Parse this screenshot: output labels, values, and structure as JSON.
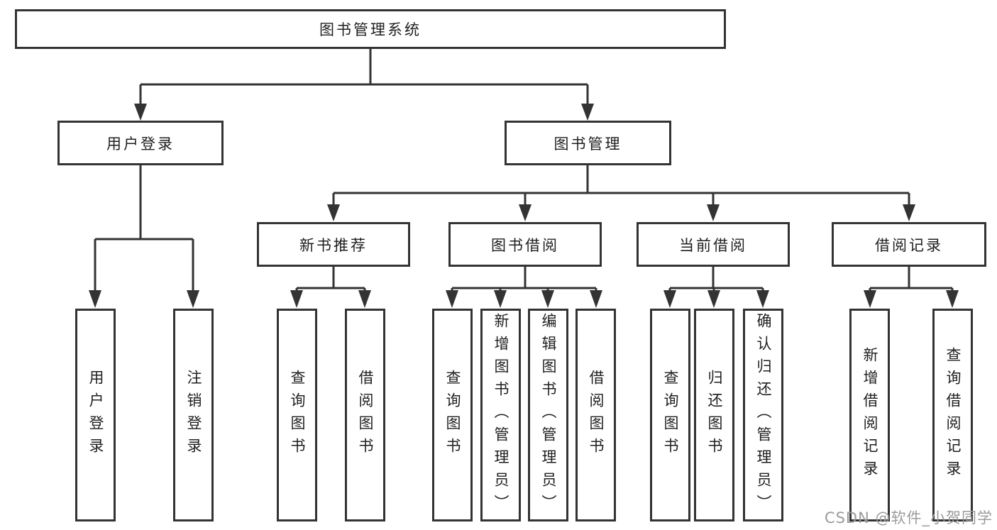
{
  "tree": {
    "root": {
      "label": "图书管理系统"
    },
    "level2": [
      {
        "id": "user-login",
        "label": "用户登录"
      },
      {
        "id": "book-management",
        "label": "图书管理"
      }
    ],
    "level3": [
      {
        "id": "new-book-recommendation",
        "label": "新书推荐"
      },
      {
        "id": "book-borrowing",
        "label": "图书借阅"
      },
      {
        "id": "current-borrowing",
        "label": "当前借阅"
      },
      {
        "id": "borrowing-records",
        "label": "借阅记录"
      }
    ],
    "leaves": [
      {
        "id": "user-login-leaf",
        "label": "用户登录",
        "parent": "user-login"
      },
      {
        "id": "logout",
        "label": "注销登录",
        "parent": "user-login"
      },
      {
        "id": "query-books-recommend",
        "label": "查询图书",
        "parent": "new-book-recommendation"
      },
      {
        "id": "borrow-books-recommend",
        "label": "借阅图书",
        "parent": "new-book-recommendation"
      },
      {
        "id": "query-books-borrowing",
        "label": "查询图书",
        "parent": "book-borrowing"
      },
      {
        "id": "add-book-admin",
        "label": "新增图书（管理员）",
        "parent": "book-borrowing"
      },
      {
        "id": "edit-book-admin",
        "label": "编辑图书（管理员）",
        "parent": "book-borrowing"
      },
      {
        "id": "borrow-books-borrowing",
        "label": "借阅图书",
        "parent": "book-borrowing"
      },
      {
        "id": "query-books-current",
        "label": "查询图书",
        "parent": "current-borrowing"
      },
      {
        "id": "return-books",
        "label": "归还图书",
        "parent": "current-borrowing"
      },
      {
        "id": "confirm-return-admin",
        "label": "确认归还（管理员）",
        "parent": "current-borrowing"
      },
      {
        "id": "add-borrow-record",
        "label": "新增借阅记录",
        "parent": "borrowing-records"
      },
      {
        "id": "query-borrow-record",
        "label": "查询借阅记录",
        "parent": "borrowing-records"
      }
    ]
  },
  "watermark": "CSDN @软件_小贺同学",
  "colors": {
    "line": "#333333",
    "text": "#1f1f1f",
    "watermark": "#9b9b9b",
    "background": "#ffffff"
  }
}
